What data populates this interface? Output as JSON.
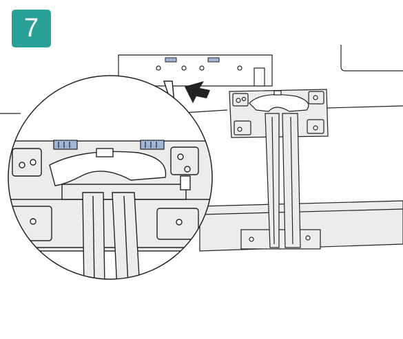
{
  "step": {
    "number": "7",
    "color": "#2aa198"
  },
  "illustration": {
    "description_icons": [
      "arrow-icon",
      "magnifier-callout",
      "bracket",
      "cable-channel",
      "connector"
    ],
    "line_color": "#222222",
    "connector_color": "#9fb6d6",
    "panel_fill": "#ececec"
  }
}
